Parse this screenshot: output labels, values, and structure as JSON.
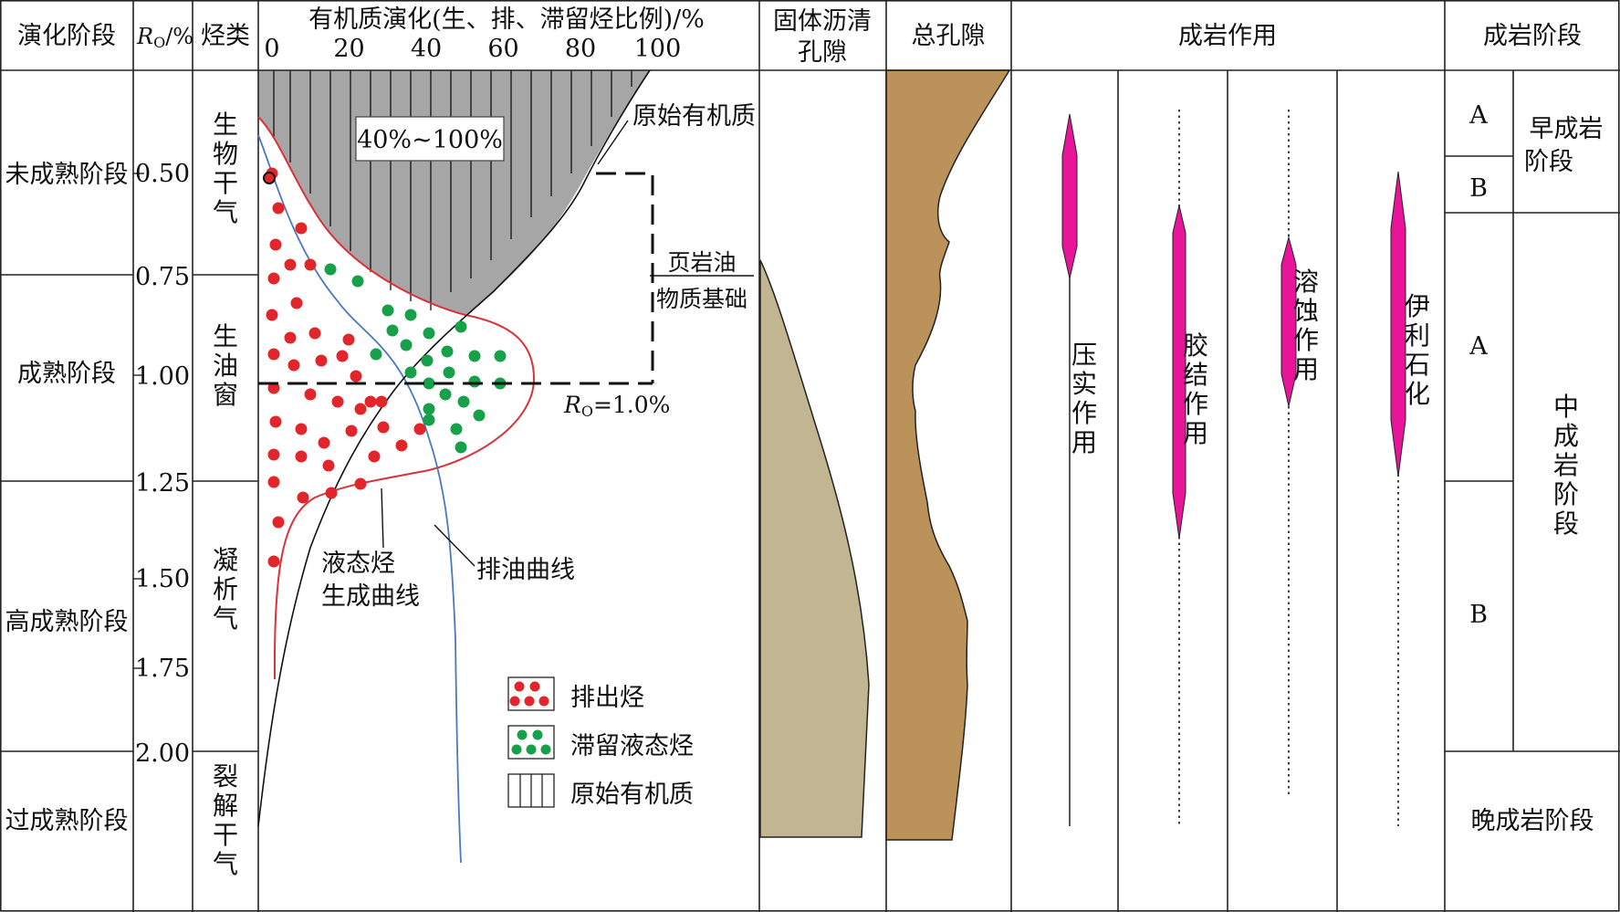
{
  "headers": {
    "stage": "演化阶段",
    "ro_r": "R",
    "ro_sub": "O",
    "ro_unit": "/%",
    "hc_type": "烃类",
    "evolution": "有机质演化(生、排、滞留烃比例)/%",
    "bitumen": [
      "固体沥清",
      "孔隙"
    ],
    "porosity": "总孔隙",
    "diagenesis": "成岩作用",
    "diag_stage": "成岩阶段"
  },
  "stages": [
    "未成熟阶段",
    "成熟阶段",
    "高成熟阶段",
    "过成熟阶段"
  ],
  "ro_ticks": [
    "0.50",
    "0.75",
    "1.00",
    "1.25",
    "1.50",
    "1.75",
    "2.00"
  ],
  "hc_types": [
    [
      "生",
      "物",
      "干",
      "气"
    ],
    [
      "生",
      "油",
      "窗"
    ],
    [
      "凝",
      "析",
      "气"
    ],
    [
      "裂",
      "解",
      "干",
      "气"
    ]
  ],
  "pct_ticks": [
    "0",
    "20",
    "40",
    "60",
    "80",
    "100"
  ],
  "labels": {
    "range_box": "40%~100%",
    "original_om": "原始有机质",
    "shale_oil_1": "页岩油",
    "shale_oil_2": "物质基础",
    "ro_line_r": "R",
    "ro_line_sub": "O",
    "ro_line_val": "=1.0%",
    "liquid_curve_1": "液态烃",
    "liquid_curve_2": "生成曲线",
    "expulsion_curve": "排油曲线"
  },
  "legend": [
    {
      "label": "排出烃",
      "color": "#e0262b"
    },
    {
      "label": "滞留液态烃",
      "color": "#16a04a"
    },
    {
      "label": "原始有机质",
      "color": "#ffffff"
    }
  ],
  "processes": [
    [
      "压",
      "实",
      "作",
      "用"
    ],
    [
      "胶",
      "结",
      "作",
      "用"
    ],
    [
      "溶",
      "蚀",
      "作",
      "用"
    ],
    [
      "伊",
      "利",
      "石",
      "化"
    ]
  ],
  "substages": [
    "A",
    "B",
    "A",
    "B"
  ],
  "diag_stages": {
    "early": [
      "早成岩",
      "阶段"
    ],
    "middle": [
      "中",
      "成",
      "岩",
      "阶",
      "段"
    ],
    "late": "晚成岩阶段"
  },
  "colors": {
    "grey_fill": "#a6a6a6",
    "bitumen_fill": "#c2b592",
    "porosity_fill": "#bb925a",
    "magenta": "#e8159a",
    "expelled_dot": "#e0262b",
    "retained_dot": "#16a04a",
    "envelope": "#d8323a",
    "expulsion_line": "#4a79c0"
  }
}
